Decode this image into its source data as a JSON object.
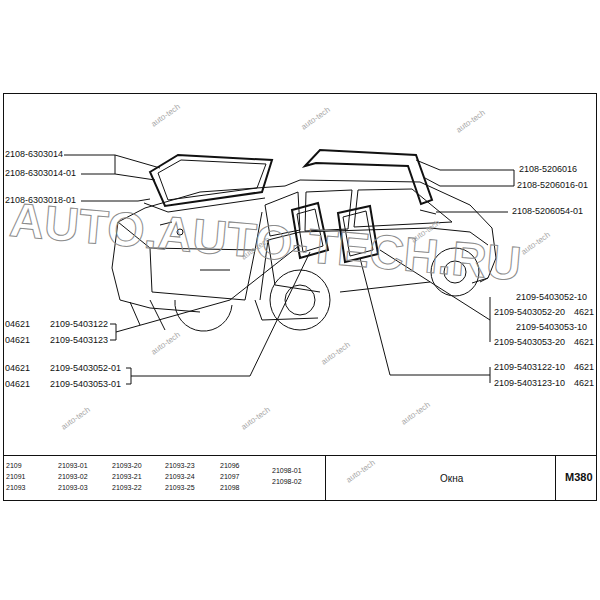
{
  "diagram": {
    "title": "Окна",
    "labels": [
      "2108-6303014",
      "2108-6303014-01",
      "2108-6303018-01",
      "2108-5206016",
      "2108-5206016-01",
      "2108-5206054-01",
      "04621",
      "2109-5403122",
      "04621",
      "2109-5403123",
      "04621",
      "2109-5403052-01",
      "04621",
      "2109-5403053-01",
      "2109-5403052-10",
      "2109-5403052-20",
      "4621",
      "2109-5403053-10",
      "2109-5403053-20",
      "4621",
      "2109-5403122-10",
      "4621",
      "2109-5403123-10",
      "4621",
      "2109",
      "21091",
      "21093",
      "21093-01",
      "21093-02",
      "21093-03",
      "21093-20",
      "21093-21",
      "21093-22",
      "21093-23",
      "21093-24",
      "21093-25",
      "21096",
      "21097",
      "21098",
      "21098-01",
      "21098-02",
      "М380",
      "auto-tech",
      "auto-tech",
      "auto-tech",
      "auto-tech",
      "auto-tech",
      "auto-tech",
      "auto-tech",
      "auto-tech",
      "auto-tech",
      "auto-tech",
      "auto-tech",
      "auto-tech",
      "AUTO.AUTO-TECH.RU"
    ]
  }
}
